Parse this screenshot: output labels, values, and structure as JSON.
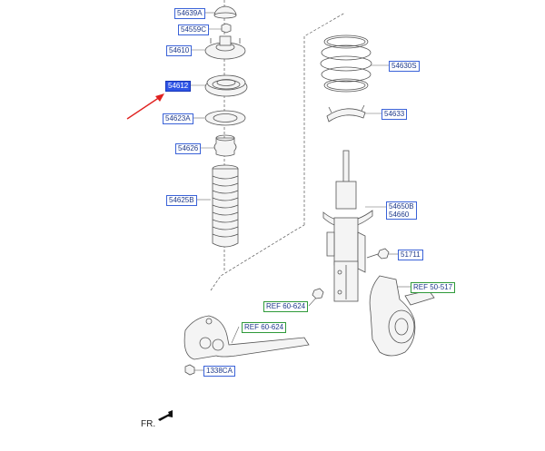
{
  "labels": {
    "p54639A": "54639A",
    "p54559C": "54559C",
    "p54610": "54610",
    "p54612": "54612",
    "p54623A": "54623A",
    "p54626": "54626",
    "p54625B": "54625B",
    "p54630S": "54630S",
    "p54633": "54633",
    "p54650B": "54650B",
    "p54660": "54660",
    "p51711": "51711",
    "ref50517": "REF 50-517",
    "ref60624a": "REF 60-624",
    "ref60624b": "REF 60-624",
    "p1338CA": "1338CA"
  },
  "direction_label": "FR.",
  "colors": {
    "label_border": "#3a62d8",
    "label_text": "#1f3a8a",
    "selected_label_fill": "#2f55e6",
    "ref_label_border": "#2f9a3a",
    "pointer_arrow": "#e0211f",
    "drawing_line": "#555555"
  }
}
